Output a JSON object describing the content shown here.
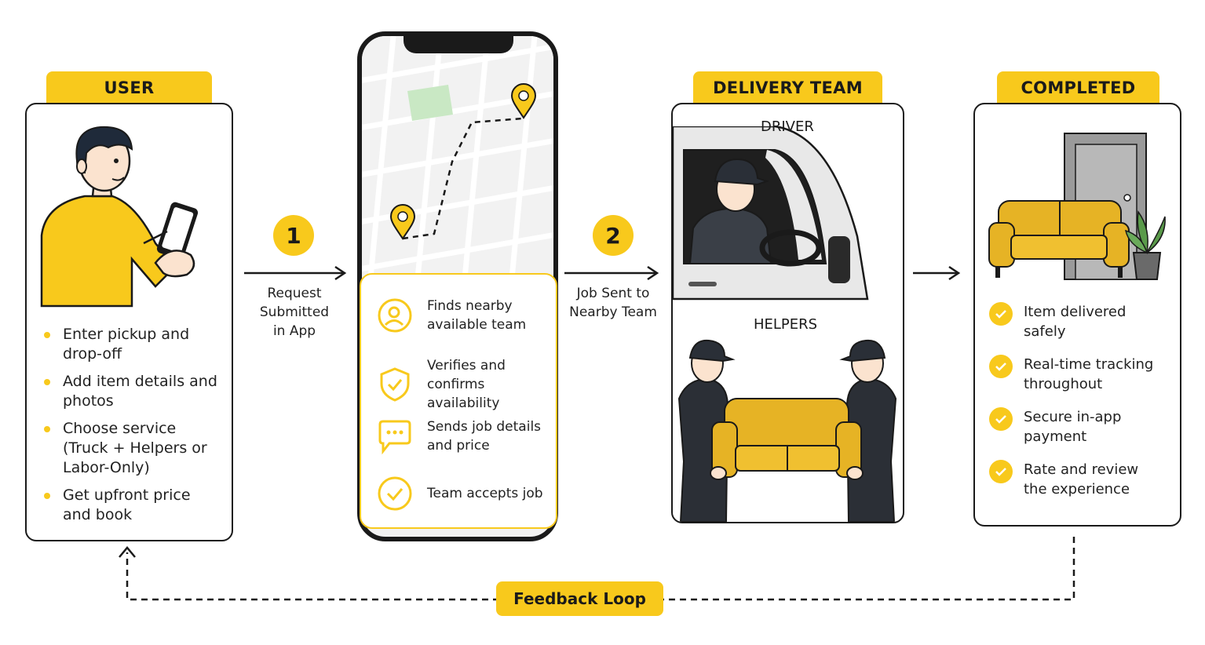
{
  "user": {
    "title": "USER",
    "items": [
      "Enter pickup and drop-off",
      "Add item details and photos",
      "Choose service (Truck + Helpers or Labor-Only)",
      "Get upfront price and book"
    ]
  },
  "step1": {
    "number": "1",
    "label": "Request Submitted in App"
  },
  "app": {
    "items": [
      {
        "icon": "person-search-icon",
        "text": "Finds nearby available team"
      },
      {
        "icon": "shield-check-icon",
        "text": "Verifies and confirms availability"
      },
      {
        "icon": "chat-bubble-icon",
        "text": "Sends job details and price"
      },
      {
        "icon": "check-circle-icon",
        "text": "Team accepts job"
      }
    ]
  },
  "step2": {
    "number": "2",
    "label": "Job Sent to Nearby Team"
  },
  "delivery": {
    "title": "DELIVERY TEAM",
    "driver_label": "DRIVER",
    "helpers_label": "HELPERS"
  },
  "completed": {
    "title": "COMPLETED",
    "items": [
      "Item delivered safely",
      "Real-time tracking throughout",
      "Secure in-app payment",
      "Rate and review the experience"
    ]
  },
  "feedback": {
    "label": "Feedback Loop"
  },
  "colors": {
    "accent": "#f8c91c",
    "outline": "#1a1a1a",
    "map_park": "#c9e8c4"
  }
}
